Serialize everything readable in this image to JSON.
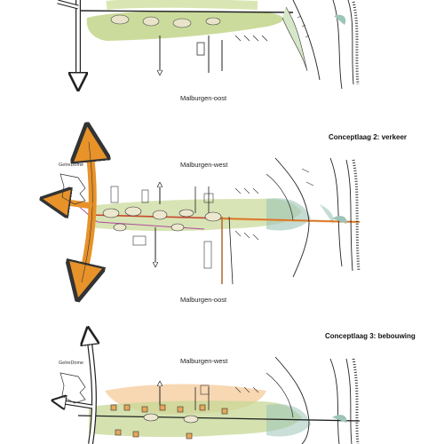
{
  "panels": [
    {
      "id": "panel-1",
      "south_label": "Malburgen-oost"
    },
    {
      "id": "panel-2",
      "caption": "Conceptlaag 2: verkeer",
      "north_label": "Malburgen-west",
      "south_label": "Malburgen-oost",
      "landmark": "GelreDome"
    },
    {
      "id": "panel-3",
      "caption": "Conceptlaag 3: bebouwing",
      "north_label": "Malburgen-west",
      "landmark": "GelreDome"
    }
  ],
  "colors": {
    "green_zone": "#b9cf7a",
    "traffic_orange": "#e8922a",
    "traffic_red": "#c9472e",
    "water_blue": "#9cc4b8",
    "building_orange": "#f2b774",
    "purple_route": "#b04a9a"
  }
}
